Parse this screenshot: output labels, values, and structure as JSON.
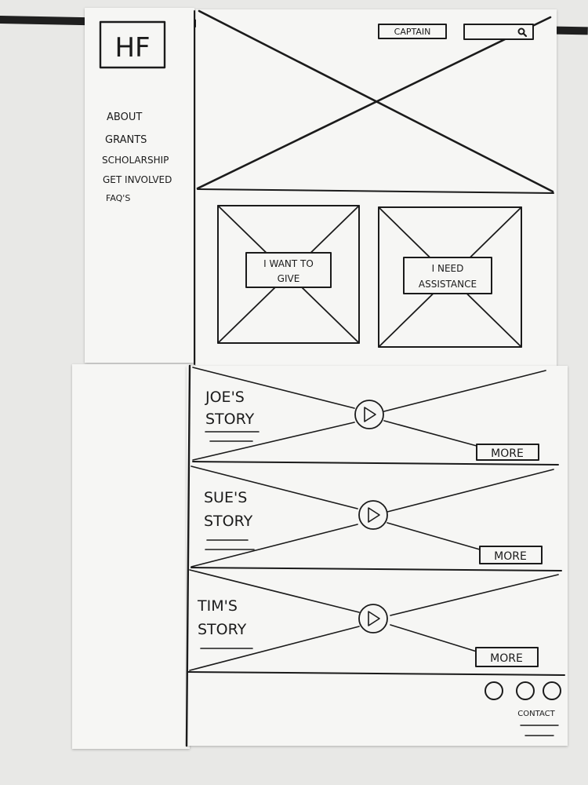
{
  "logo": {
    "text": "HF"
  },
  "header": {
    "captain_label": "CAPTAIN",
    "search_icon": "search-icon"
  },
  "sidebar": {
    "items": [
      {
        "label": "ABOUT"
      },
      {
        "label": "GRANTS"
      },
      {
        "label": "SCHOLARSHIP"
      },
      {
        "label": "GET INVOLVED"
      },
      {
        "label": "FAQ'S"
      }
    ]
  },
  "cta": {
    "give": {
      "line1": "I WANT TO",
      "line2": "GIVE"
    },
    "assist": {
      "line1": "I NEED",
      "line2": "ASSISTANCE"
    }
  },
  "stories": [
    {
      "line1": "JOE'S",
      "line2": "STORY",
      "more_label": "MORE",
      "play_icon": "play-icon"
    },
    {
      "line1": "SUE'S",
      "line2": "STORY",
      "more_label": "MORE",
      "play_icon": "play-icon"
    },
    {
      "line1": "TIM'S",
      "line2": "STORY",
      "more_label": "MORE",
      "play_icon": "play-icon"
    }
  ],
  "footer": {
    "contact_label": "CONTACT",
    "social_icons": [
      "circle-icon",
      "circle-icon",
      "circle-icon"
    ]
  },
  "colors": {
    "ink": "#1b1b1b",
    "paper": "#f6f6f4",
    "table": "#e8e8e6"
  }
}
